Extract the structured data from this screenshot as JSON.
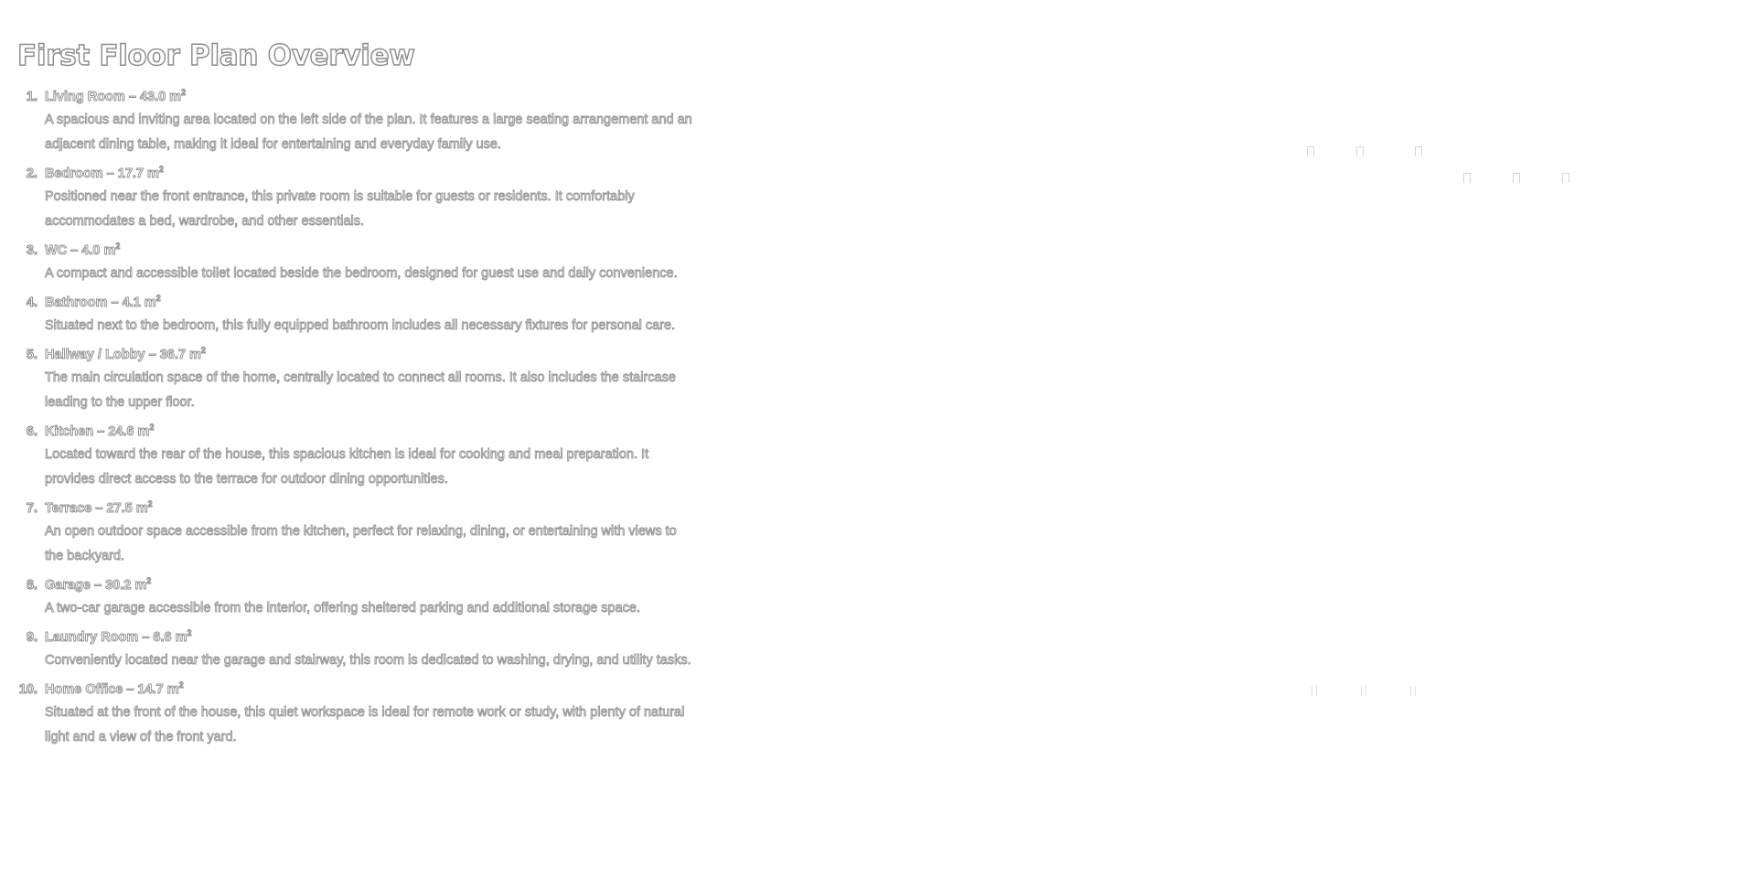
{
  "document": {
    "title": "First Floor Plan Overview",
    "rooms": [
      {
        "number": "1.",
        "name": "Living Room – 43.0 m",
        "unit_sup": "2",
        "description": "A spacious and inviting area located on the left side of the plan. It features a large seating arrangement and an adjacent dining table, making it ideal for entertaining and everyday family use."
      },
      {
        "number": "2.",
        "name": "Bedroom – 17.7 m",
        "unit_sup": "2",
        "description": "Positioned near the front entrance, this private room is suitable for guests or residents. It comfortably accommodates a bed, wardrobe, and other essentials."
      },
      {
        "number": "3.",
        "name": "WC – 4.0 m",
        "unit_sup": "2",
        "description": "A compact and accessible toilet located beside the bedroom, designed for guest use and daily convenience."
      },
      {
        "number": "4.",
        "name": "Bathroom – 4.1 m",
        "unit_sup": "2",
        "description": "Situated next to the bedroom, this fully equipped bathroom includes all necessary fixtures for personal care."
      },
      {
        "number": "5.",
        "name": "Hallway / Lobby – 36.7 m",
        "unit_sup": "2",
        "description": "The main circulation space of the home, centrally located to connect all rooms. It also includes the staircase leading to the upper floor."
      },
      {
        "number": "6.",
        "name": "Kitchen – 24.6 m",
        "unit_sup": "2",
        "description": "Located toward the rear of the house, this spacious kitchen is ideal for cooking and meal preparation. It provides direct access to the terrace for outdoor dining opportunities."
      },
      {
        "number": "7.",
        "name": "Terrace – 27.5 m",
        "unit_sup": "2",
        "description": "An open outdoor space accessible from the kitchen, perfect for relaxing, dining, or entertaining with views to the backyard."
      },
      {
        "number": "8.",
        "name": "Garage – 30.2 m",
        "unit_sup": "2",
        "description": "A two-car garage accessible from the interior, offering sheltered parking and additional storage space."
      },
      {
        "number": "9.",
        "name": "Laundry Room – 6.6 m",
        "unit_sup": "2",
        "description": "Conveniently located near the garage and stairway, this room is dedicated to washing, drying, and utility tasks."
      },
      {
        "number": "10.",
        "name": "Home Office – 14.7 m",
        "unit_sup": "2",
        "description": "Situated at the front of the house, this quiet workspace is ideal for remote work or study, with plenty of natural light and a view of the front yard."
      }
    ]
  },
  "colors": {
    "text_outline": "#8d8d8d",
    "background": "#ffffff",
    "plan_marks": "#d6d6d6"
  }
}
